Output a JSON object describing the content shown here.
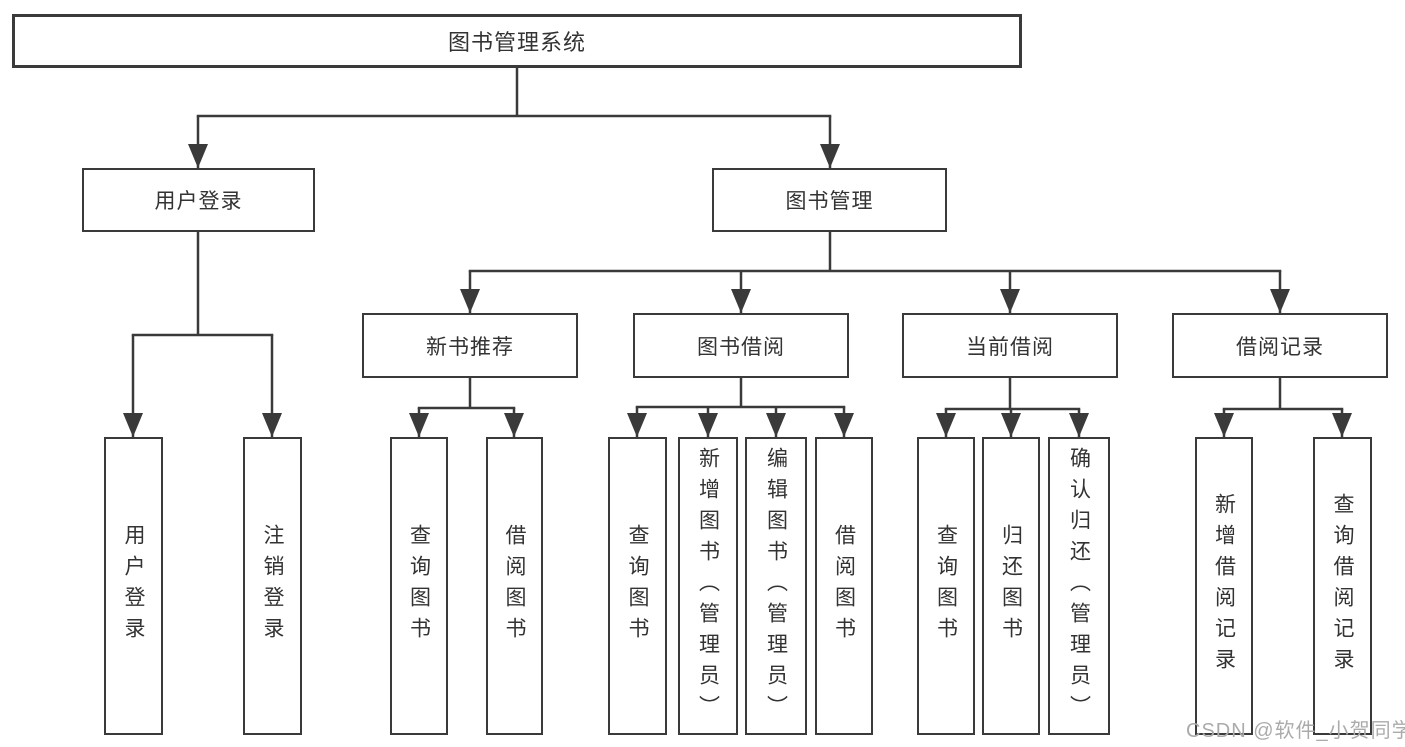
{
  "tree": {
    "label": "图书管理系统",
    "children": [
      {
        "label": "用户登录",
        "children": [
          {
            "label": "用户登录"
          },
          {
            "label": "注销登录"
          }
        ]
      },
      {
        "label": "图书管理",
        "children": [
          {
            "label": "新书推荐",
            "children": [
              {
                "label": "查询图书"
              },
              {
                "label": "借阅图书"
              }
            ]
          },
          {
            "label": "图书借阅",
            "children": [
              {
                "label": "查询图书"
              },
              {
                "label": "新增图书（管理员）"
              },
              {
                "label": "编辑图书（管理员）"
              },
              {
                "label": "借阅图书"
              }
            ]
          },
          {
            "label": "当前借阅",
            "children": [
              {
                "label": "查询图书"
              },
              {
                "label": "归还图书"
              },
              {
                "label": "确认归还（管理员）"
              }
            ]
          },
          {
            "label": "借阅记录",
            "children": [
              {
                "label": "新增借阅记录"
              },
              {
                "label": "查询借阅记录"
              }
            ]
          }
        ]
      }
    ]
  },
  "watermark": {
    "text": "CSDN @软件_小贺同学"
  },
  "colors": {
    "line": "#3a3a3a",
    "box_border": "#3a3a3a",
    "box_background": "#ffffff",
    "text": "#333333",
    "watermark": "#ababab",
    "background": "#ffffff"
  }
}
